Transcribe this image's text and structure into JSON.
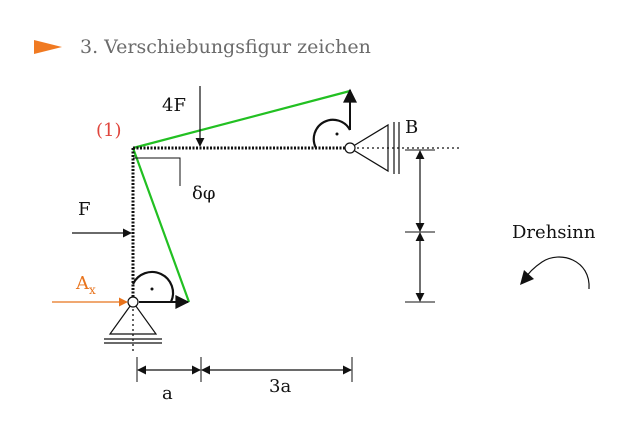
{
  "heading": {
    "text": "3. Verschiebungsfigur zeichen",
    "bullet_icon": "orange-arrow-bullet"
  },
  "labels": {
    "node": "(1)",
    "force_top": "4F",
    "support_b": "B",
    "angle": "δφ",
    "force_left": "F",
    "reaction_main": "A",
    "reaction_sub": "x",
    "dim_a": "a",
    "dim_3a": "3a",
    "rotation_sense": "Drehsinn"
  },
  "colors": {
    "bullet": "#f07a22",
    "heading": "#6b6b6b",
    "structure": "#111111",
    "displacement": "#22c022",
    "node_label": "#e0453c",
    "reaction": "#e8731c"
  }
}
